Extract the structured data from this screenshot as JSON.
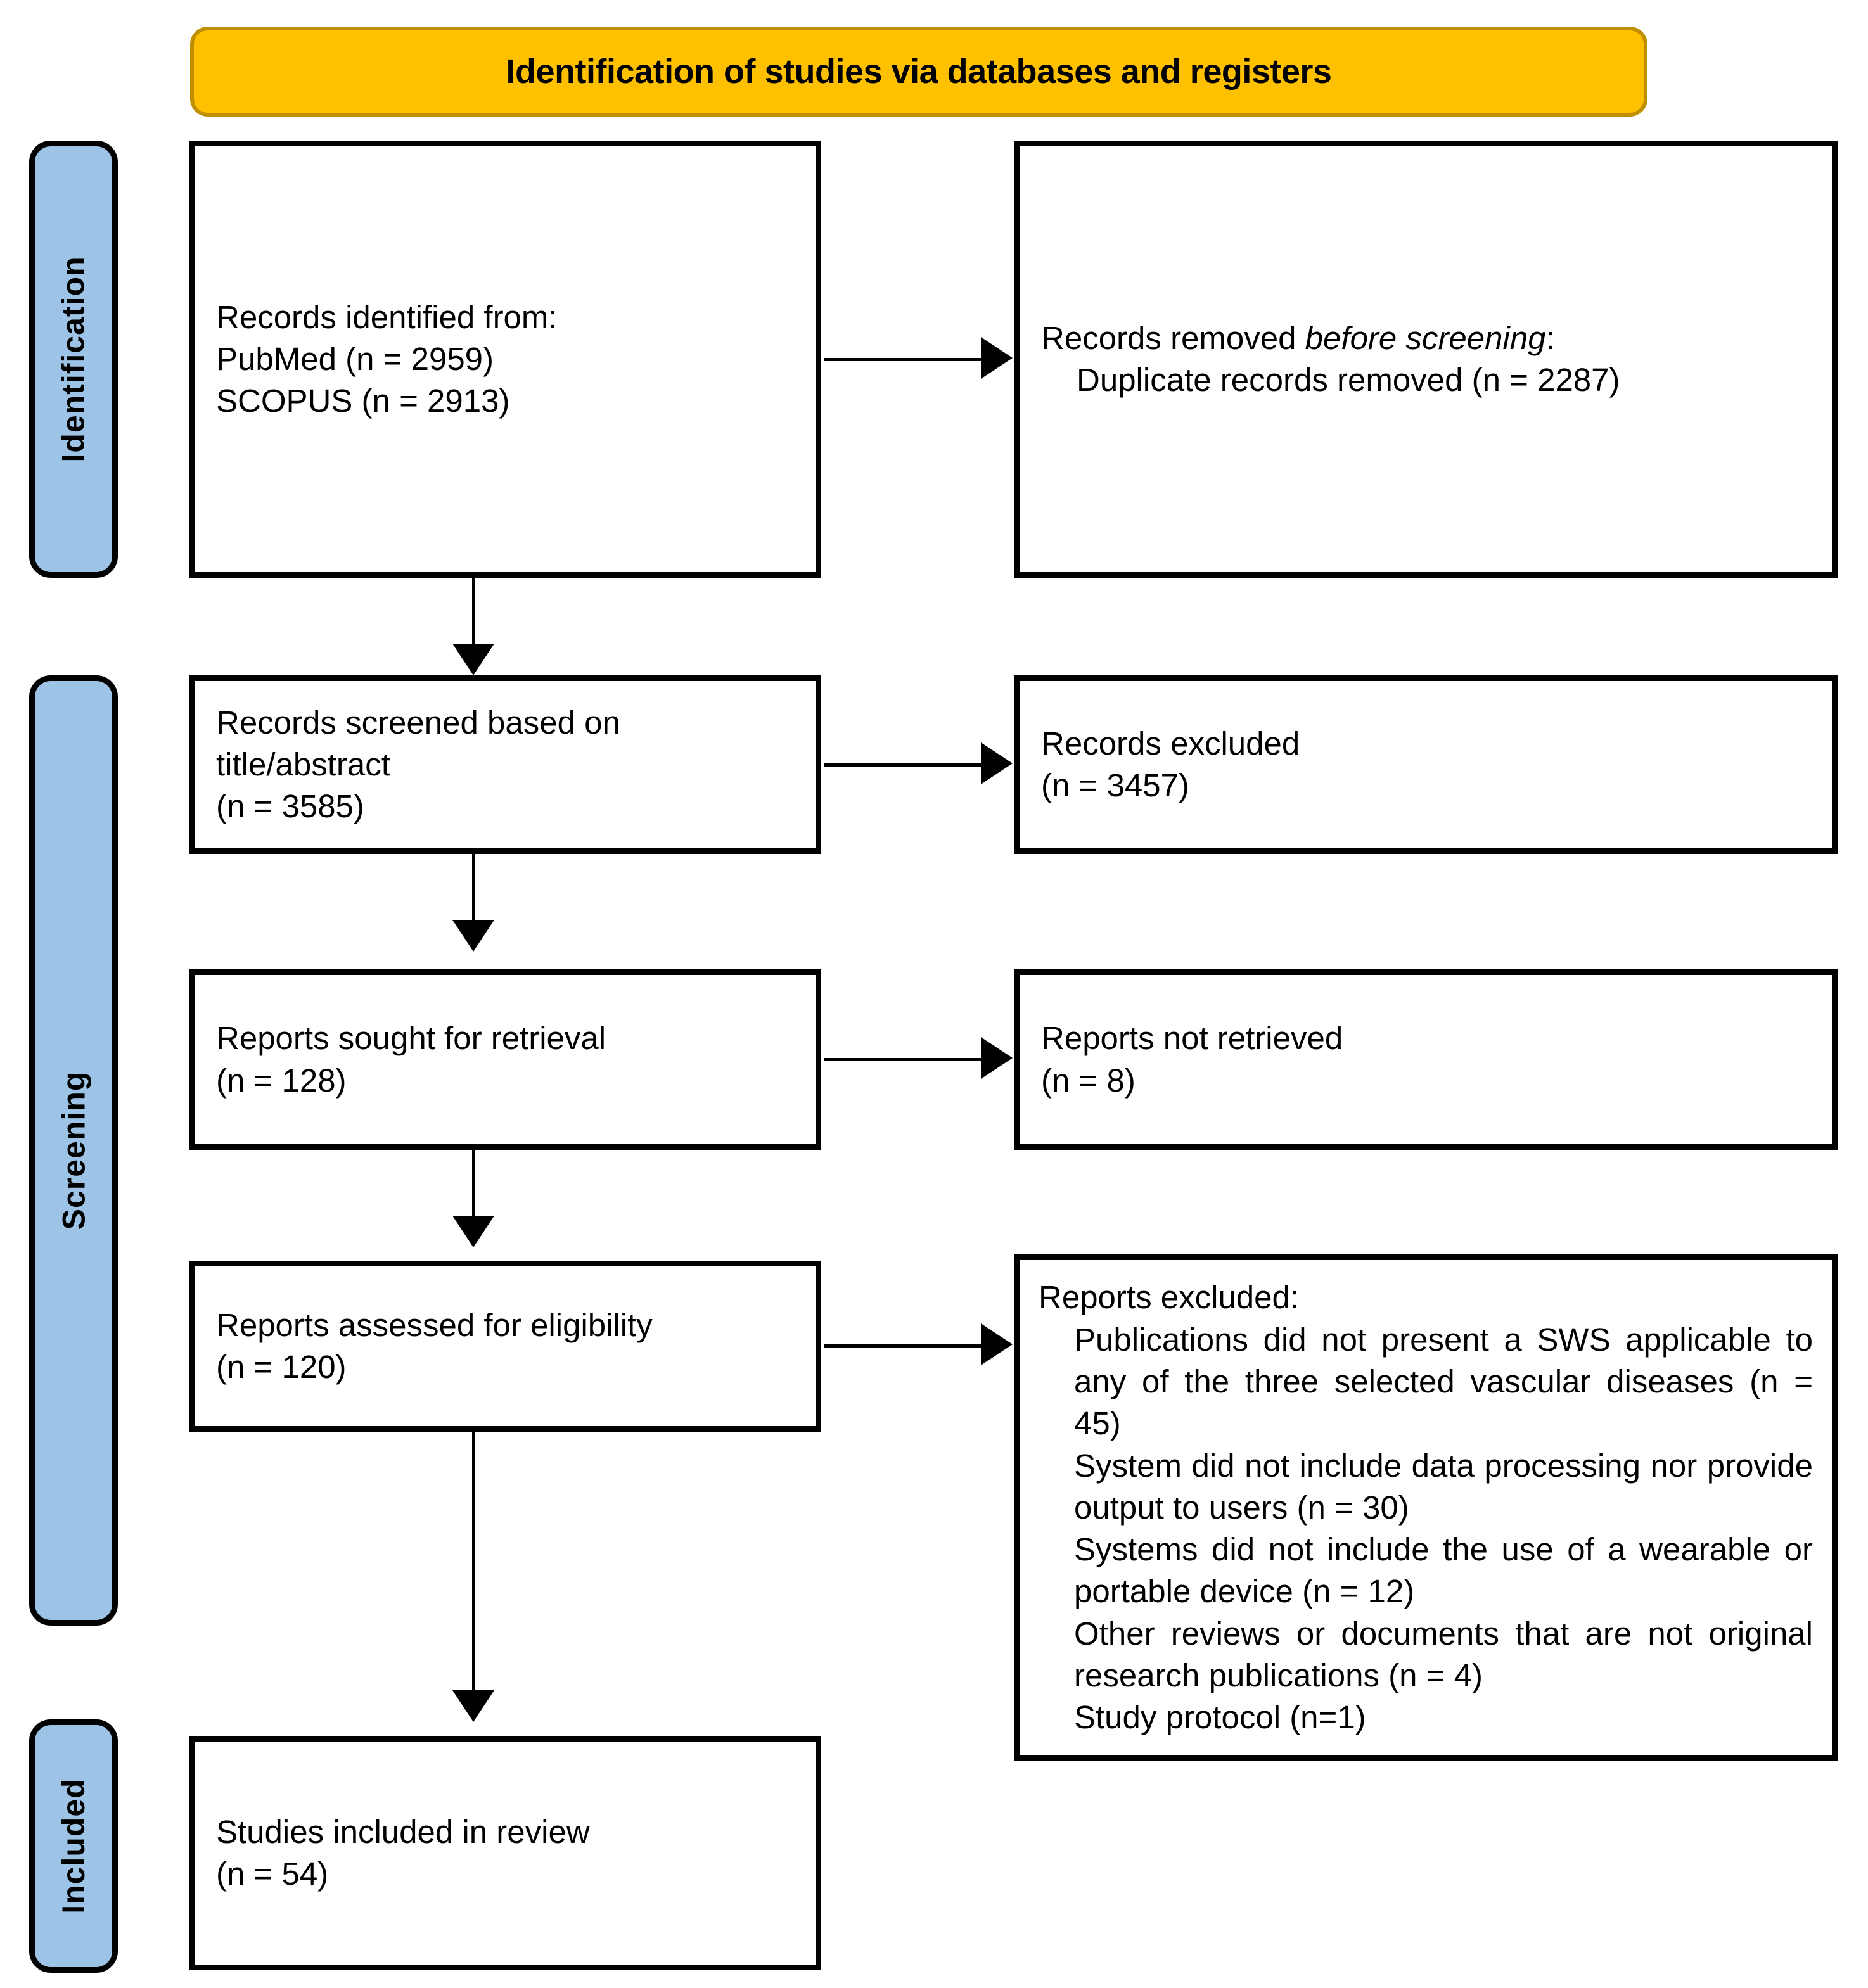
{
  "banner": {
    "title": "Identification of studies via databases and registers"
  },
  "stages": [
    {
      "id": "identification",
      "label": "Identification"
    },
    {
      "id": "screening",
      "label": "Screening"
    },
    {
      "id": "included",
      "label": "Included"
    }
  ],
  "boxes": {
    "records_identified": {
      "lines": [
        "Records identified from:",
        "PubMed (n = 2959)",
        "SCOPUS (n = 2913)"
      ]
    },
    "records_removed": {
      "heading_prefix": "Records removed ",
      "heading_italic": "before screening",
      "heading_suffix": ":",
      "detail": "Duplicate records removed (n = 2287)"
    },
    "records_screened": {
      "lines": [
        "Records screened based on",
        "title/abstract",
        "(n = 3585)"
      ]
    },
    "records_excluded": {
      "lines": [
        "Records excluded",
        "(n = 3457)"
      ]
    },
    "reports_sought": {
      "lines": [
        "Reports sought for retrieval",
        "(n = 128)"
      ]
    },
    "reports_not_retrieved": {
      "lines": [
        "Reports not retrieved",
        "(n = 8)"
      ]
    },
    "reports_assessed": {
      "lines": [
        "Reports assessed for eligibility",
        "(n = 120)"
      ]
    },
    "reports_excluded": {
      "heading": "Reports excluded:",
      "reasons": [
        "Publications did not present a SWS applicable to any of the three selected vascular diseases (n = 45)",
        "System did not include data processing nor provide output to users (n = 30)",
        "Systems did not include the use of a wearable or portable device (n = 12)",
        "Other reviews or documents that are not original research publications (n = 4)",
        "Study protocol (n=1)"
      ]
    },
    "studies_included": {
      "lines": [
        "Studies included in review",
        "(n = 54)"
      ]
    }
  },
  "colors": {
    "banner_fill": "#FFC000",
    "banner_border": "#BF8F00",
    "stage_fill": "#9DC3E6",
    "box_border": "#000000",
    "box_fill": "#FFFFFF",
    "text": "#000000"
  }
}
